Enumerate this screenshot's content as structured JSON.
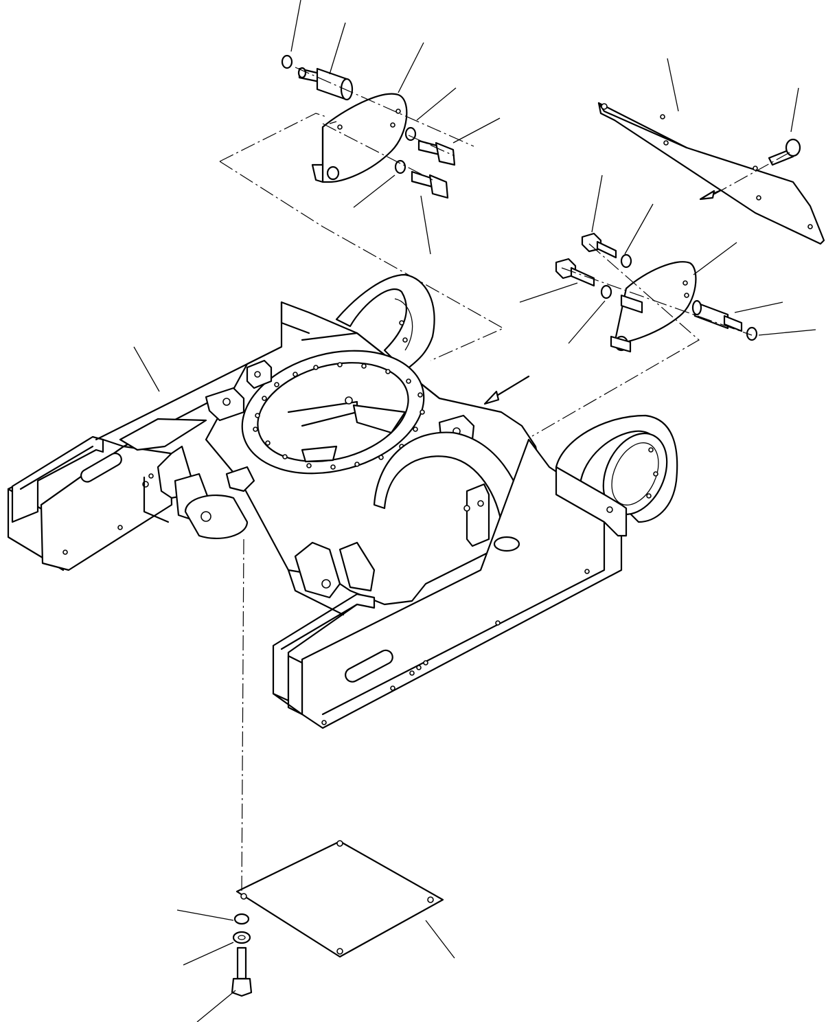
{
  "diagram": {
    "title": "",
    "callouts": [],
    "parts": [
      "undercarriage-frame",
      "left-idler-cover",
      "right-idler-cover",
      "track-guard-plate",
      "bottom-cover-plate",
      "bolts",
      "washers",
      "pins"
    ]
  }
}
